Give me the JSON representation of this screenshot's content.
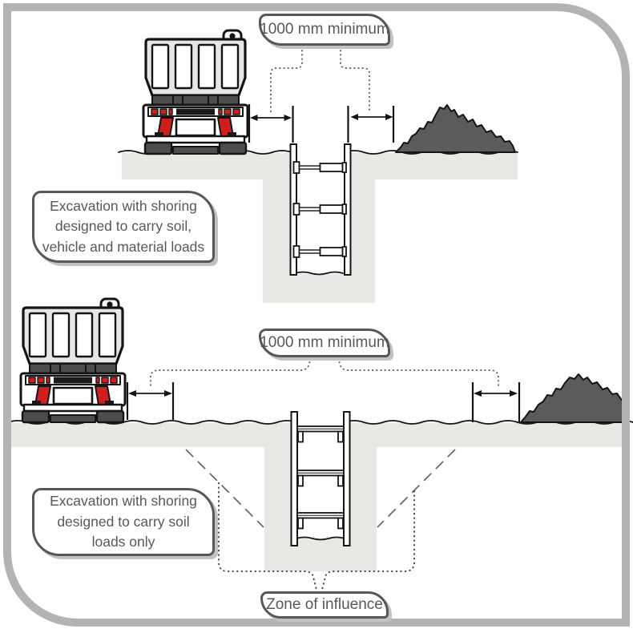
{
  "top_section": {
    "distance_label": "1000 mm minimum",
    "callout_lines": [
      "Excavation with shoring",
      "designed to carry soil,",
      "vehicle and material loads"
    ]
  },
  "bottom_section": {
    "distance_label": "1000 mm minimum",
    "callout_lines": [
      "Excavation with shoring",
      "designed to carry soil",
      "loads only"
    ],
    "zone_label": "Zone of influence"
  },
  "colors": {
    "soil": "#e9e8e5",
    "spoil_pile": "#5b5b5b",
    "truck_body": "#e7e6e4",
    "truck_red": "#cf1f1f",
    "truck_dark": "#4d4d4d",
    "outline": "#141414",
    "callout_border": "#57575a",
    "callout_text": "#58585b",
    "frame": "#b3b3b3"
  }
}
